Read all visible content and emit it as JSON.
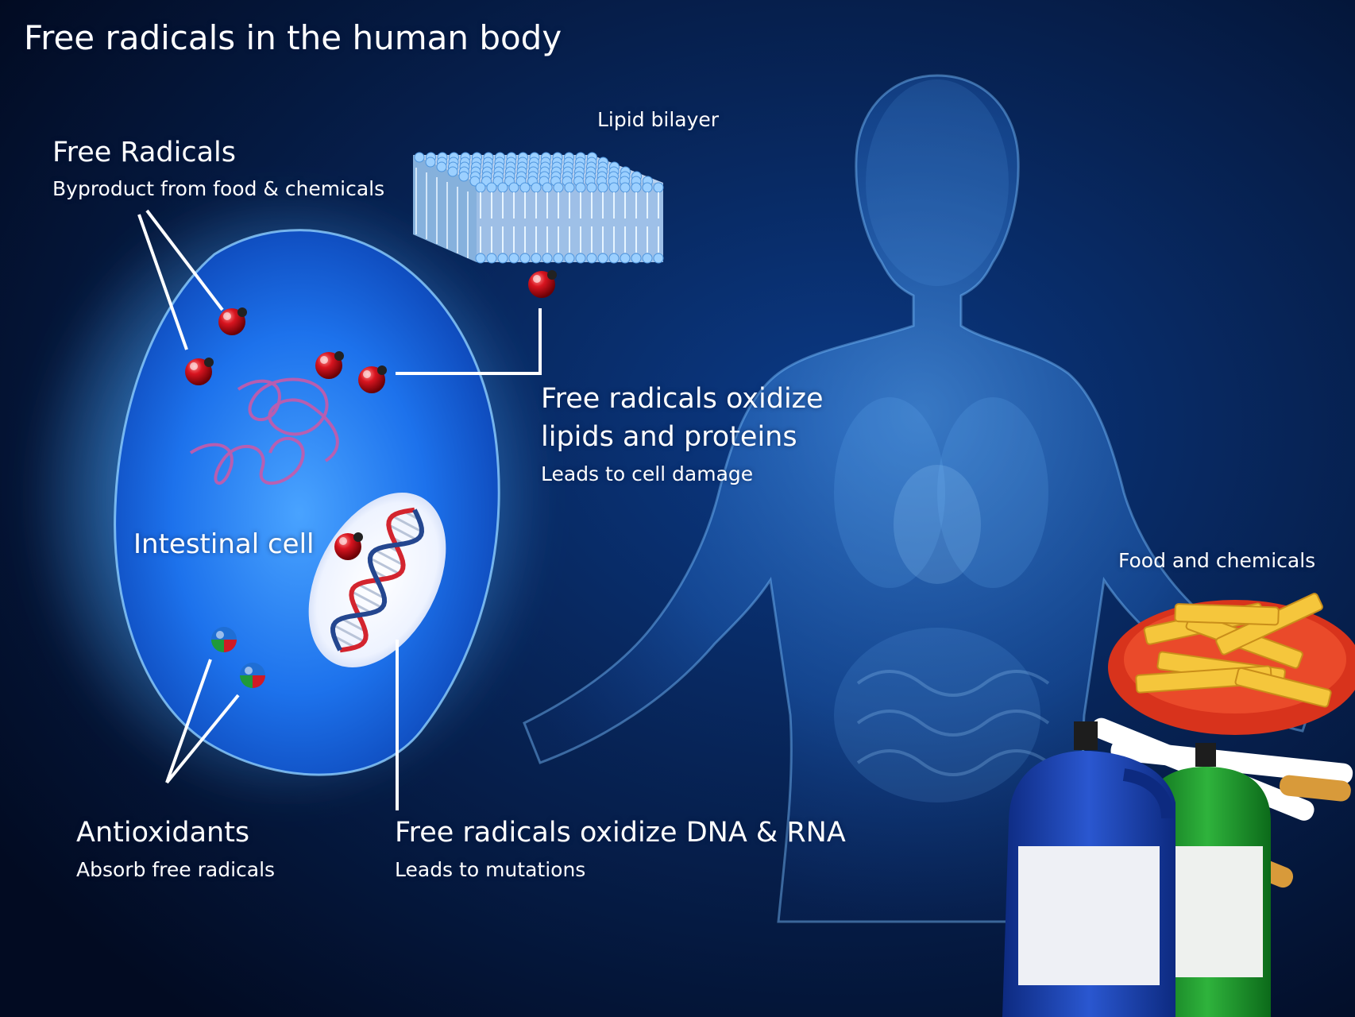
{
  "title": "Free radicals in the human body",
  "labels": {
    "free_radicals_heading": "Free Radicals",
    "free_radicals_sub": "Byproduct from food & chemicals",
    "lipid_bilayer": "Lipid bilayer",
    "oxidize_lipids_line1": "Free radicals oxidize",
    "oxidize_lipids_line2": "lipids and proteins",
    "oxidize_lipids_sub": "Leads to cell damage",
    "intestinal_cell": "Intestinal cell",
    "food_and_chemicals": "Food and chemicals",
    "antioxidants_heading": "Antioxidants",
    "antioxidants_sub": "Absorb free radicals",
    "oxidize_dna_heading": "Free radicals oxidize DNA & RNA",
    "oxidize_dna_sub": "Leads to mutations"
  },
  "colors": {
    "background": "#04132f",
    "cell": "#1a6fe8",
    "free_radical": "#d11a24",
    "antioxidant_red": "#d11a24",
    "antioxidant_blue": "#1f6ed4",
    "antioxidant_green": "#1f9a3a",
    "body_glow": "#3a8cf0",
    "bottle_blue": "#1a3fa8",
    "bottle_green": "#1f9a2a",
    "plate": "#d8331c",
    "fries": "#f4c53a"
  },
  "icons": {
    "free_radical": "red-sphere-icon",
    "antioxidant": "tricolor-sphere-icon",
    "dna": "double-helix-icon",
    "lipid_bilayer": "membrane-icon",
    "bottles": "detergent-bottle-icon",
    "cigarettes": "cigarette-icon",
    "fries": "fries-plate-icon"
  }
}
